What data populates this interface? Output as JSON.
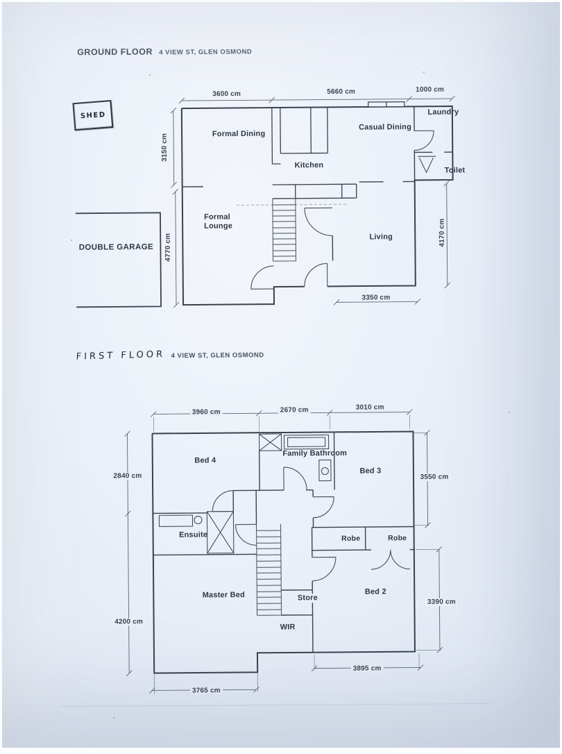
{
  "document": {
    "ground_floor": {
      "title": "GROUND FLOOR",
      "address": "4 VIEW ST, GLEN OSMOND",
      "shed_label": "SHED",
      "garage_label": "DOUBLE GARAGE",
      "rooms": {
        "formal_dining": "Formal Dining",
        "kitchen": "Kitchen",
        "casual_dining": "Casual Dining",
        "laundry": "Laundry",
        "toilet": "Toilet",
        "formal_lounge": "Formal Lounge",
        "living": "Living"
      },
      "dimensions": {
        "top_left": "3600 cm",
        "top_middle": "5660 cm",
        "top_right": "1000 cm",
        "left_upper": "3150 cm",
        "left_lower": "4770 cm",
        "right_side": "4170 cm",
        "bottom": "3350 cm"
      }
    },
    "first_floor": {
      "title": "FIRST FLOOR",
      "address": "4 VIEW ST, GLEN OSMOND",
      "rooms": {
        "bed4": "Bed 4",
        "family_bathroom": "Family Bathroom",
        "bed3": "Bed 3",
        "ensuite": "Ensuite",
        "master_bed": "Master Bed",
        "store": "Store",
        "wir": "WIR",
        "bed2": "Bed 2",
        "robe_left": "Robe",
        "robe_right": "Robe"
      },
      "dimensions": {
        "top_left": "3960 cm",
        "top_middle": "2670 cm",
        "top_right": "3010 cm",
        "left_upper": "2840 cm",
        "left_lower": "4200 cm",
        "right_upper": "3550 cm",
        "right_lower": "3390 cm",
        "bottom_left": "3765 cm",
        "bottom_right": "3895 cm"
      }
    }
  }
}
